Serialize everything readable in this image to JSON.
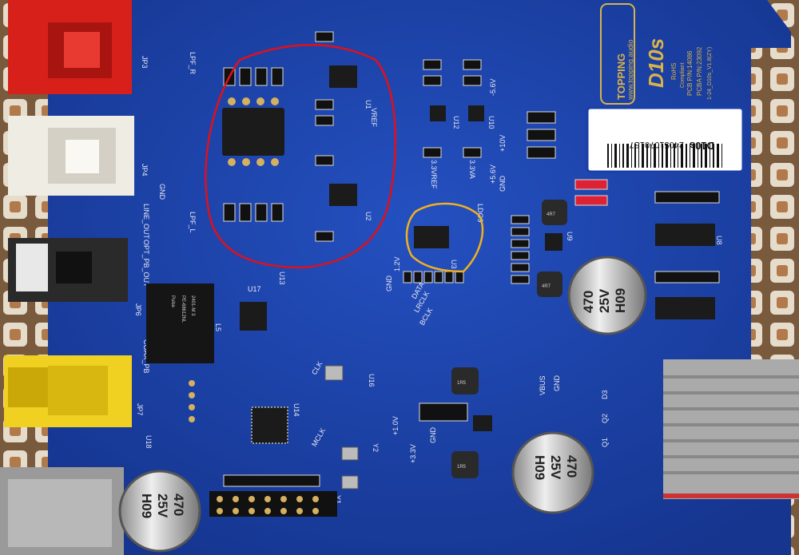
{
  "brand": {
    "name": "TOPPING",
    "url": "www.topping.audio",
    "model": "D10s",
    "rohs": "RoHS",
    "compliant": "Compliant",
    "pcb_pn": "PCB    P/N:14086",
    "pcba_pn": "PCBA   P/N:23092",
    "rev": "1-24_D10s_V1.8(ZY)"
  },
  "serial_label": {
    "model": "D10s",
    "serial": "240510701S7"
  },
  "silkscreen": {
    "jp3": "JP3",
    "jp4": "JP4",
    "jp6": "JP6",
    "jp7": "JP7",
    "gnd1": "GND",
    "lpf_r": "LPF_R",
    "lpf_l": "LPF_L",
    "vref": "VREF",
    "line_out": "LINE_OUT",
    "opt_out": "OPT_PB_OUT",
    "coax": "COAX_PB",
    "v33ref": "3.3VREF",
    "v33va": "3.3VA",
    "n56v": "-5.6V",
    "p10v": "+10V",
    "p56v": "+5.6V",
    "gnd2": "GND",
    "u1": "U1",
    "u2": "U2",
    "u3": "U3",
    "u12": "U12",
    "u10": "U10",
    "u14": "U14",
    "u16": "U16",
    "u18": "U18",
    "y1": "Y1",
    "y2": "Y2",
    "l5": "L5",
    "u13": "U13",
    "u17": "U17",
    "u8": "U8",
    "u9": "U9",
    "v12": "1.2V",
    "gnd3": "GND",
    "data": "DATA",
    "lrclk": "LRCLK",
    "bclk": "BCLK",
    "clk": "CLK",
    "mclk": "MCLK",
    "vbus": "VBUS",
    "gnd4": "GND",
    "p10v2": "+1.0V",
    "p33v": "+3.3V",
    "gnd5": "GND",
    "q1": "Q1",
    "q2": "Q2",
    "d3": "D3",
    "ldo": "LDO9"
  },
  "components": {
    "inductor_4r7": "4R7",
    "inductor_1r5": "1R5",
    "cap_value": "470",
    "cap_voltage": "25V",
    "cap_series": "H09",
    "transformer_brand": "Pulse",
    "transformer_part": "PE-68612NL",
    "transformer_code": "2401-M 3"
  },
  "colors": {
    "pcb": "#1a3fa8",
    "highlight_red": "#e0101a",
    "highlight_yellow": "#f0b020"
  }
}
